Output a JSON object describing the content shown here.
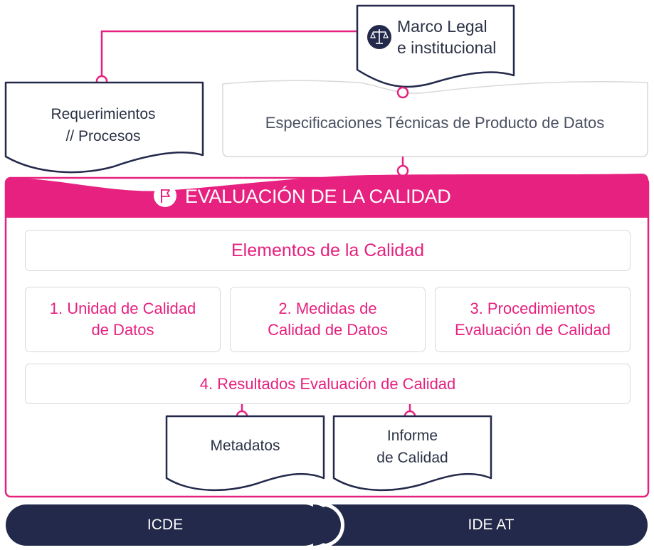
{
  "legal": {
    "line1": "Marco Legal",
    "line2": "e institucional",
    "icon": "scales-icon"
  },
  "requirements": {
    "line1": "Requerimientos",
    "line2": "// Procesos"
  },
  "specs": {
    "label": "Especificaciones Técnicas de Producto de Datos"
  },
  "evaluation": {
    "title": "EVALUACIÓN DE LA CALIDAD",
    "icon": "flag-icon"
  },
  "elements": {
    "title": "Elementos de la Calidad"
  },
  "items": [
    {
      "line1": "1. Unidad de Calidad",
      "line2": "de Datos"
    },
    {
      "line1": "2. Medidas de",
      "line2": "Calidad de Datos"
    },
    {
      "line1": "3. Procedimientos",
      "line2": "Evaluación de Calidad"
    }
  ],
  "results": {
    "label": "4. Resultados Evaluación de Calidad"
  },
  "outputs": {
    "metadata": {
      "label": "Metadatos"
    },
    "report": {
      "line1": "Informe",
      "line2": "de Calidad"
    }
  },
  "bottom": {
    "left": "ICDE",
    "right": "IDE AT"
  },
  "colors": {
    "accent": "#e6217f",
    "navy": "#23294a",
    "border": "#d9d9d9"
  }
}
